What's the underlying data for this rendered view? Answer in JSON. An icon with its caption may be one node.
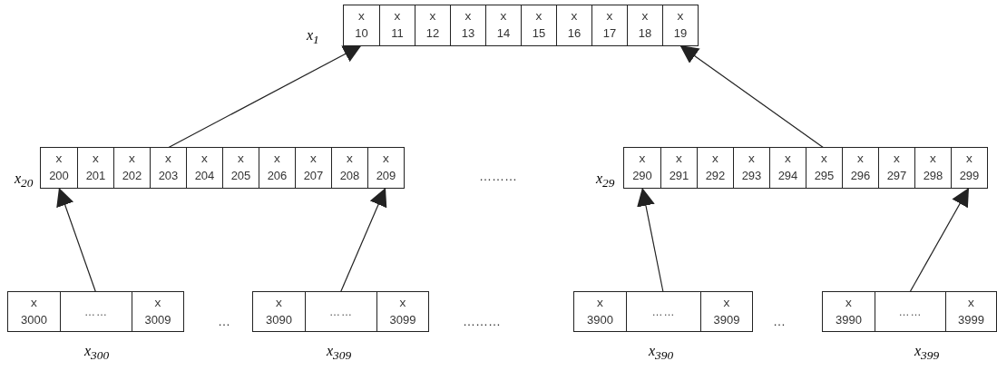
{
  "diagram": {
    "nodes": [
      {
        "text": [],
        "shape": "box",
        "beside": [
          "x$_{1}$"
        ]
      },
      {
        "text": [
          "x",
          "10"
        ],
        "in": 0
      },
      {
        "text": [
          "x",
          "11"
        ],
        "in": 0
      },
      {
        "text": [
          "x",
          "12"
        ],
        "in": 0
      },
      {
        "text": [
          "x",
          "13"
        ],
        "in": 0
      },
      {
        "text": [
          "x",
          "14"
        ],
        "in": 0
      },
      {
        "text": [
          "x",
          "15"
        ],
        "in": 0
      },
      {
        "text": [
          "x",
          "16"
        ],
        "in": 0
      },
      {
        "text": [
          "x",
          "17"
        ],
        "in": 0
      },
      {
        "text": [
          "x",
          "18"
        ],
        "in": 0
      },
      {
        "text": [
          "x",
          "19"
        ],
        "in": 0
      },
      {
        "text": [],
        "shape": "box",
        "beside": [
          "x$_{20}$"
        ]
      },
      {
        "text": [
          "x",
          "200"
        ],
        "in": 11
      },
      {
        "text": [
          "x",
          "201"
        ],
        "in": 11
      },
      {
        "text": [
          "x",
          "202"
        ],
        "in": 11
      },
      {
        "text": [
          "x",
          "203"
        ],
        "in": 11
      },
      {
        "text": [
          "x",
          "204"
        ],
        "in": 11
      },
      {
        "text": [
          "x",
          "205"
        ],
        "in": 11
      },
      {
        "text": [
          "x",
          "206"
        ],
        "in": 11
      },
      {
        "text": [
          "x",
          "207"
        ],
        "in": 11
      },
      {
        "text": [
          "x",
          "208"
        ],
        "in": 11
      },
      {
        "text": [
          "x",
          "209"
        ],
        "in": 11
      },
      {
        "text": [],
        "shape": "box",
        "beside": [
          "x$_{29}$"
        ]
      },
      {
        "text": [
          "x",
          "290"
        ],
        "in": 22
      },
      {
        "text": [
          "x",
          "291"
        ],
        "in": 22
      },
      {
        "text": [
          "x",
          "292"
        ],
        "in": 22
      },
      {
        "text": [
          "x",
          "293"
        ],
        "in": 22
      },
      {
        "text": [
          "x",
          "294"
        ],
        "in": 22
      },
      {
        "text": [
          "x",
          "295"
        ],
        "in": 22
      },
      {
        "text": [
          "x",
          "296"
        ],
        "in": 22
      },
      {
        "text": [
          "x",
          "297"
        ],
        "in": 22
      },
      {
        "text": [
          "x",
          "298"
        ],
        "in": 22
      },
      {
        "text": [
          "x",
          "299"
        ],
        "in": 22
      },
      {
        "text": [],
        "shape": "box",
        "beside": [
          "x$_{300}$"
        ]
      },
      {
        "text": [
          "x",
          "3000"
        ],
        "in": 33
      },
      {
        "text": [
          "……"
        ],
        "in": 33
      },
      {
        "text": [
          "x",
          "3009"
        ],
        "in": 33
      },
      {
        "text": [],
        "shape": "box",
        "beside": [
          "x$_{309}$"
        ]
      },
      {
        "text": [
          "x",
          "3090"
        ],
        "in": 37
      },
      {
        "text": [
          "……"
        ],
        "in": 37
      },
      {
        "text": [
          "x",
          "3099"
        ],
        "in": 37
      },
      {
        "text": [],
        "shape": "box",
        "beside": [
          "x$_{390}$"
        ]
      },
      {
        "text": [
          "x",
          "3900"
        ],
        "in": 41
      },
      {
        "text": [
          "……"
        ],
        "in": 41
      },
      {
        "text": [
          "x",
          "3909"
        ],
        "in": 41
      },
      {
        "text": [],
        "shape": "box",
        "beside": [
          "x$_{399}$"
        ]
      },
      {
        "text": [
          "x",
          "3990"
        ],
        "in": 45
      },
      {
        "text": [
          "……"
        ],
        "in": 45
      },
      {
        "text": [
          "x",
          "3999"
        ],
        "in": 45
      }
    ],
    "edges": [
      {
        "from": 15,
        "to": 1,
        "arrow": "to"
      },
      {
        "from": 28,
        "to": 10,
        "arrow": "to"
      },
      {
        "from": 35,
        "to": 12,
        "arrow": "to"
      },
      {
        "from": 39,
        "to": 21,
        "arrow": "to"
      },
      {
        "from": 43,
        "to": 23,
        "arrow": "to"
      },
      {
        "from": 47,
        "to": 32,
        "arrow": "to"
      }
    ],
    "labels": [
      "………",
      "…",
      "………",
      "…"
    ]
  }
}
